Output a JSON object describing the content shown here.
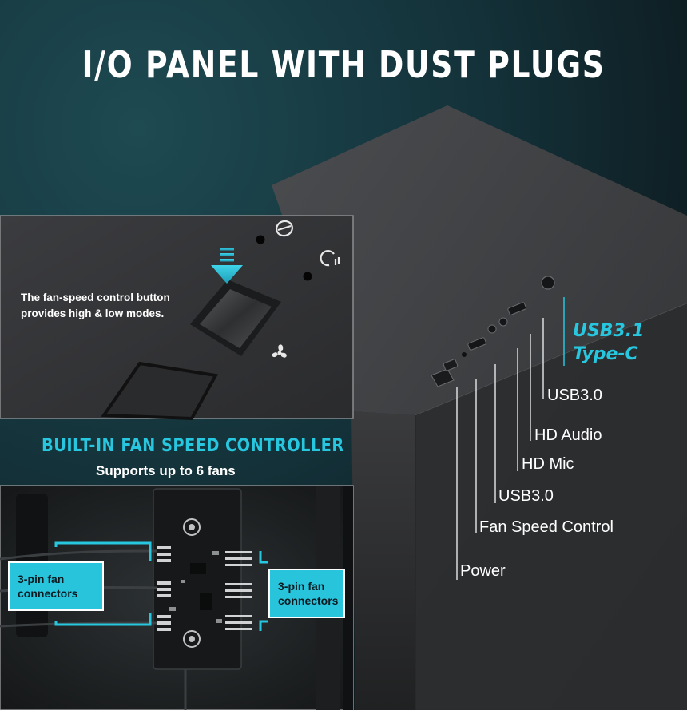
{
  "headline": "I/O PANEL WITH DUST PLUGS",
  "inset_caption": "The fan-speed control button provides high & low modes.",
  "fan_heading": "BUILT-IN FAN SPEED CONTROLLER",
  "fan_subheading": "Supports up to 6 fans",
  "callouts": {
    "left": "3-pin fan connectors",
    "right": "3-pin fan connectors"
  },
  "ports": {
    "usb_c_line1": "USB3.1",
    "usb_c_line2": "Type-C",
    "usb3_top": "USB3.0",
    "hd_audio": "HD Audio",
    "hd_mic": "HD Mic",
    "usb3_bottom": "USB3.0",
    "fan_speed_control": "Fan Speed Control",
    "power": "Power"
  },
  "colors": {
    "accent": "#27c7df",
    "background": "#0f1d21",
    "case": "#3b3c3e"
  },
  "icons": {
    "inset_top": "led-ring-icon",
    "inset_mid": "hdd-activity-icon",
    "inset_bottom": "fan-icon",
    "button_arrow": "press-arrow-icon"
  }
}
